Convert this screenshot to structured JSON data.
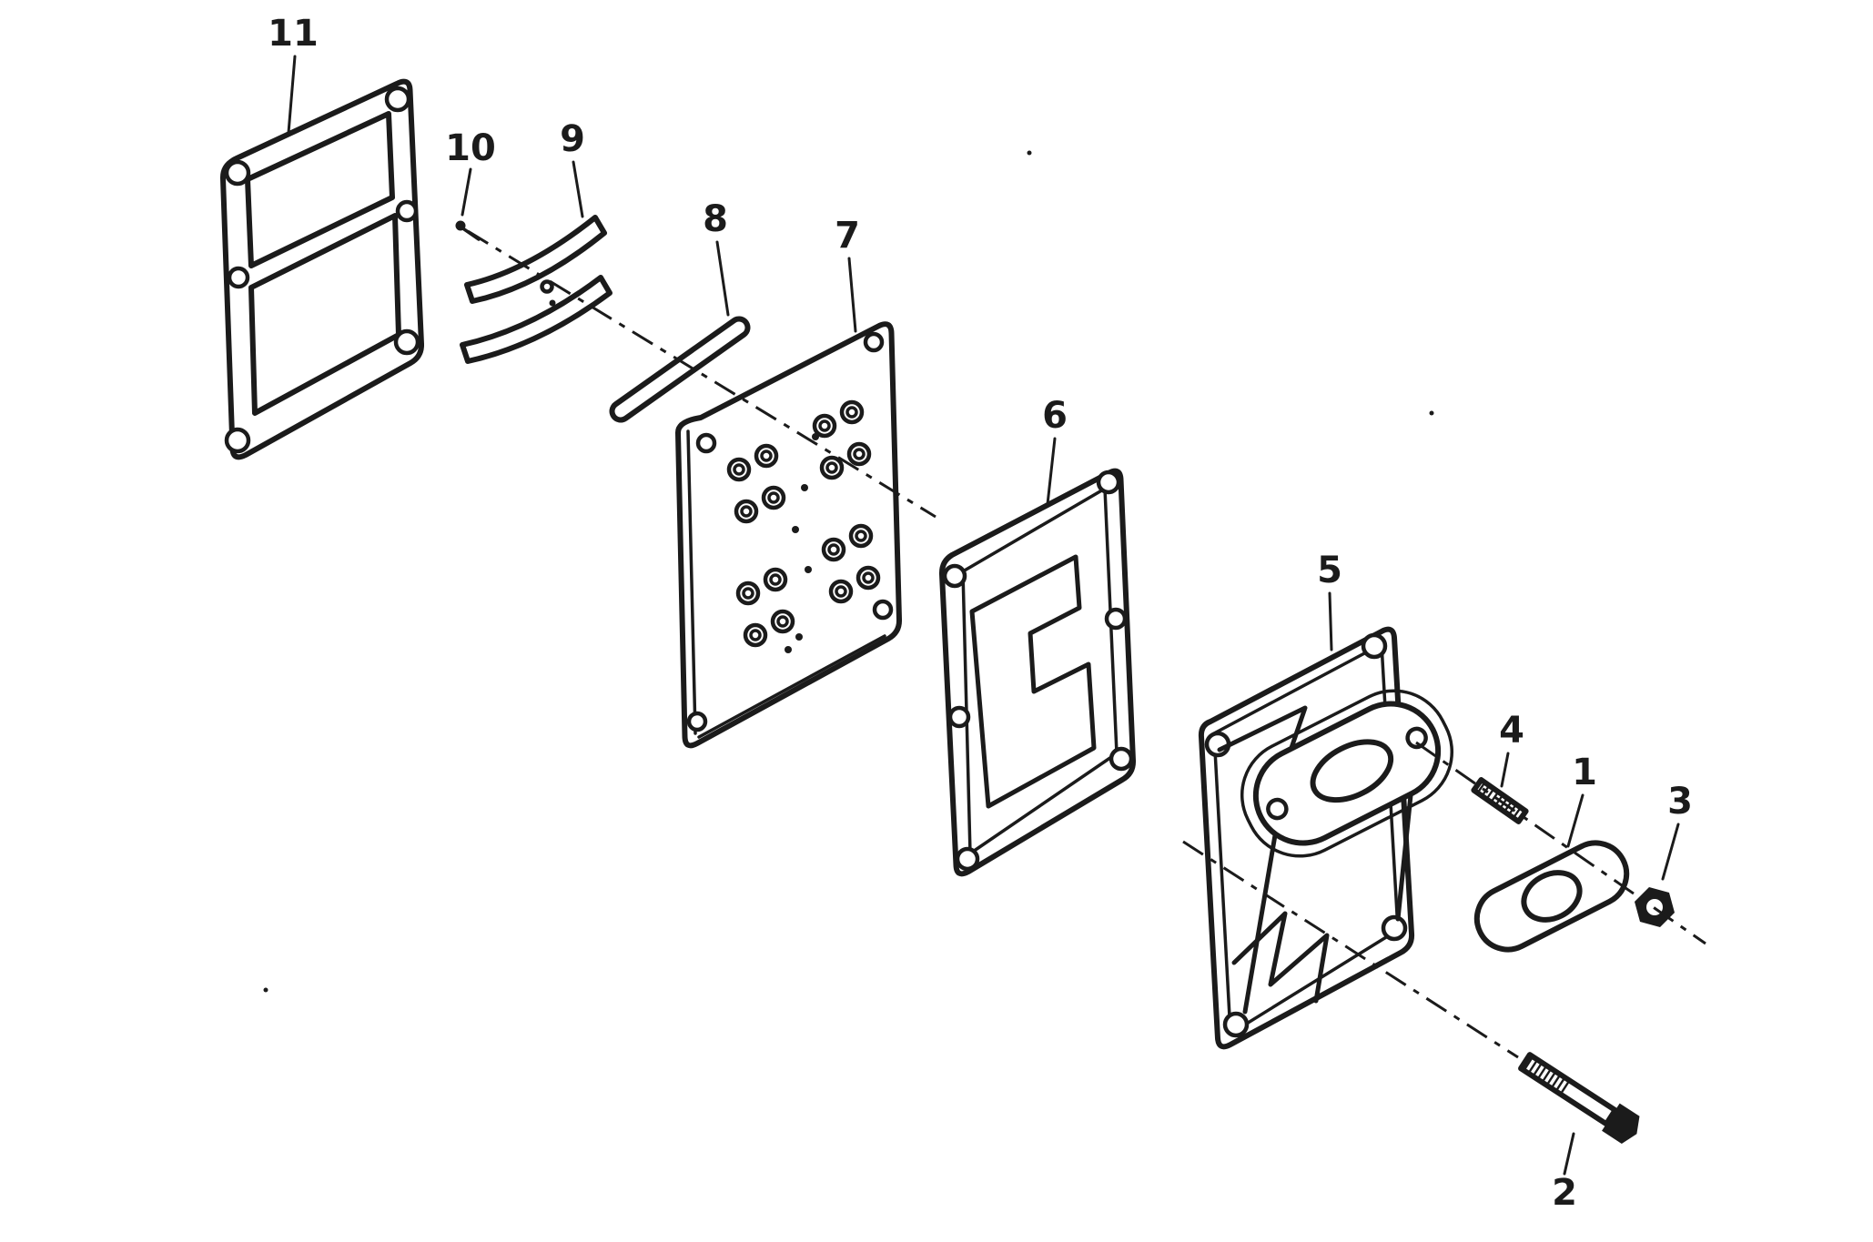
{
  "canvas": {
    "background": "#ffffff",
    "ink": "#1b1b1b"
  },
  "diagram": {
    "labels": {
      "p1": "1",
      "p2": "2",
      "p3": "3",
      "p4": "4",
      "p5": "5",
      "p6": "6",
      "p7": "7",
      "p8": "8",
      "p9": "9",
      "p10": "10",
      "p11": "11"
    }
  }
}
